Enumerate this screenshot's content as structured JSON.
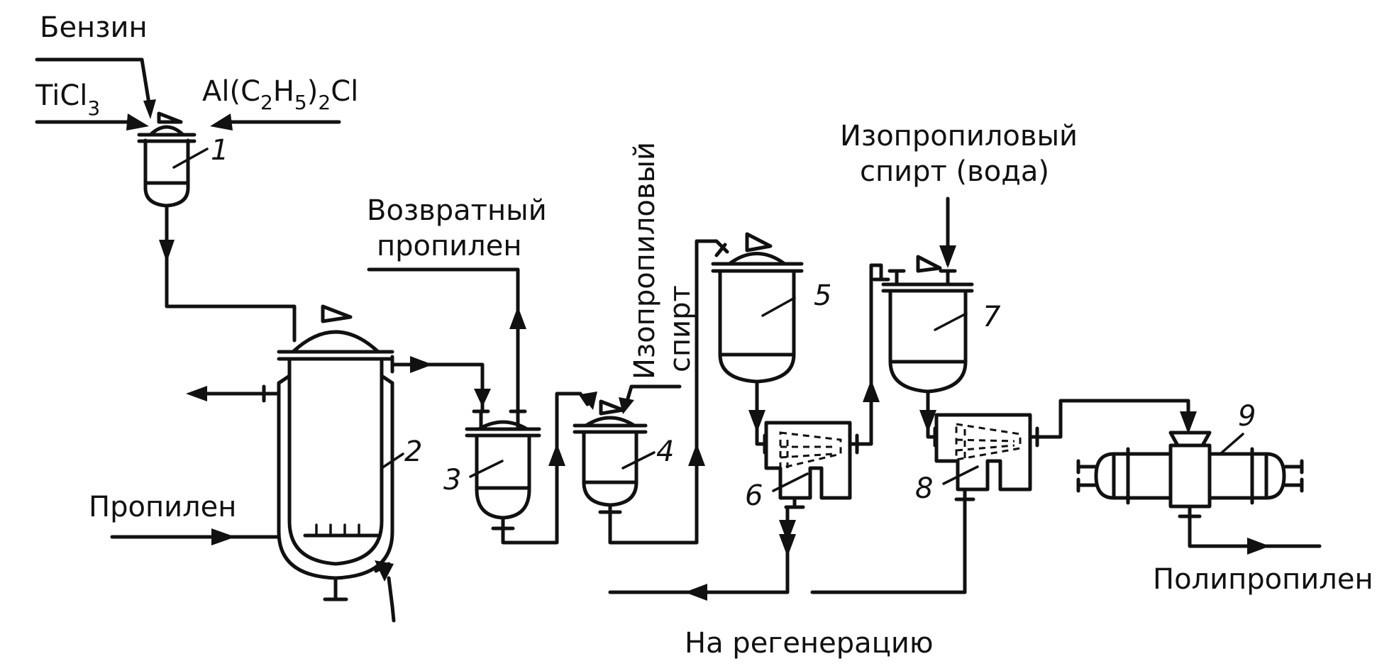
{
  "labels": {
    "benzin": "Бензин",
    "ticl3_main": "TiCl",
    "ticl3_sub": "3",
    "al_main_1": "Al(C",
    "al_sub_1": "2",
    "al_main_2": "H",
    "al_sub_2": "5",
    "al_main_3": ")",
    "al_sub_3": "2",
    "al_main_4": "Cl",
    "vozvratny_1": "Возвратный",
    "vozvratny_2": "пропилен",
    "izo_vert_1": "Изопропиловый",
    "izo_vert_2": "спирт",
    "izo_right_1": "Изопропиловый",
    "izo_right_2": "спирт (вода)",
    "propilen": "Пропилен",
    "na_regeneratsiyu": "На регенерацию",
    "polipropilen": "Полипропилен"
  },
  "units": [
    "1",
    "2",
    "3",
    "4",
    "5",
    "6",
    "7",
    "8",
    "9"
  ]
}
